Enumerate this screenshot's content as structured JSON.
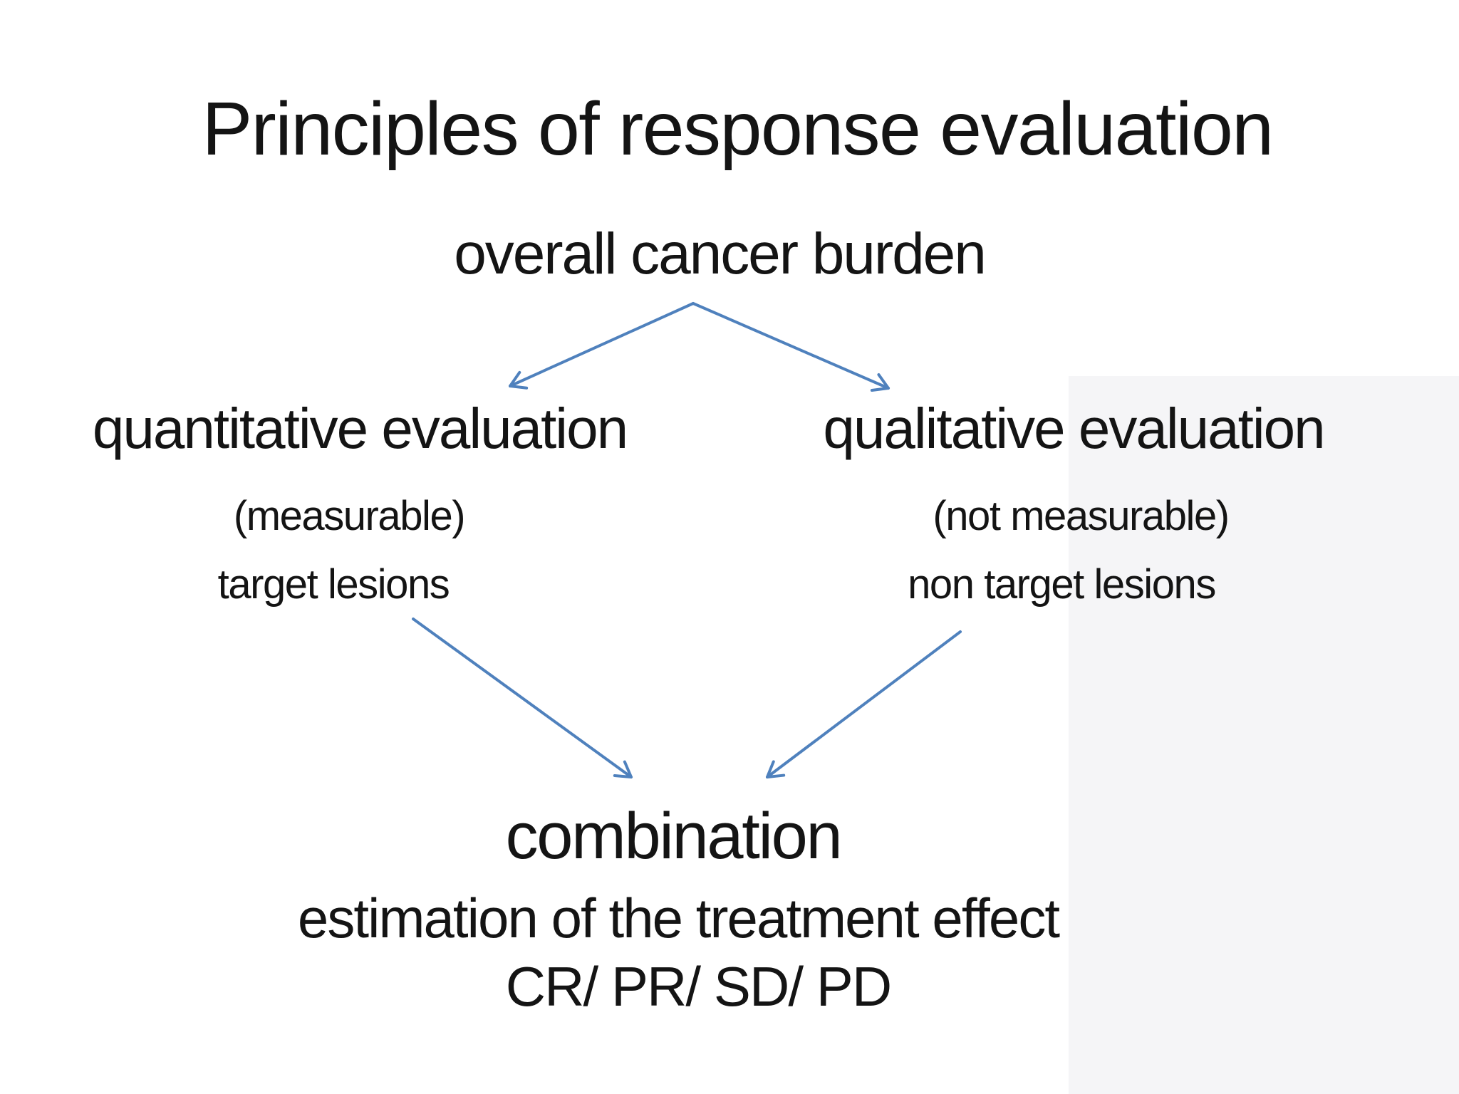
{
  "slide": {
    "title": "Principles of response evaluation",
    "accent_color": "#4f81bd",
    "text_color": "#141414",
    "background_color": "#ffffff",
    "root": {
      "label": "overall cancer burden"
    },
    "branches": {
      "left": {
        "heading": "quantitative evaluation",
        "qualifier": "(measurable)",
        "lesion_type": "target lesions"
      },
      "right": {
        "heading": "qualitative evaluation",
        "qualifier": "(not measurable)",
        "lesion_type": "non target lesions"
      }
    },
    "outcome": {
      "heading": "combination",
      "description": "estimation of the treatment effect",
      "categories": "CR/ PR/ SD/ PD"
    }
  }
}
